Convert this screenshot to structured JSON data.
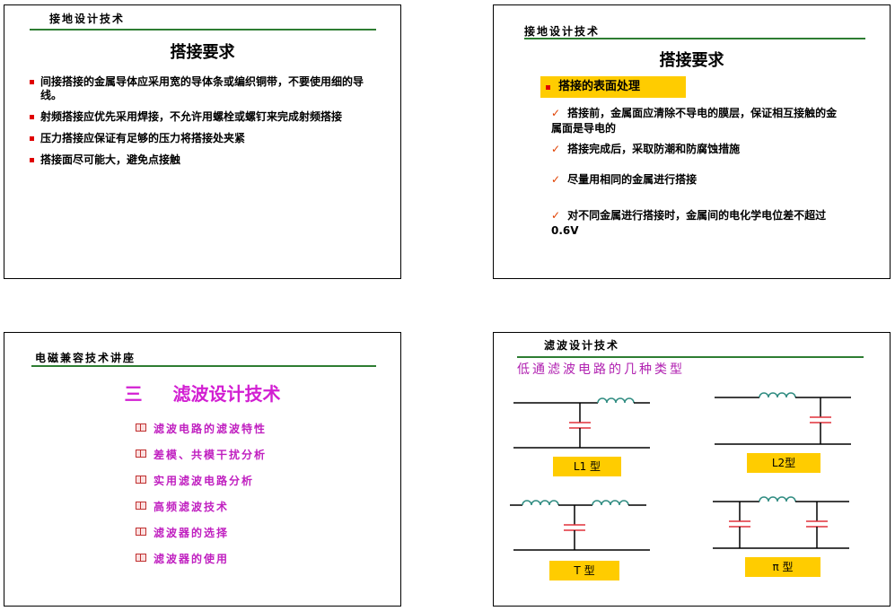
{
  "slide1": {
    "header": "接地设计技术",
    "title": "搭接要求",
    "bullets": [
      "间接搭接的金属导体应采用宽的导体条或编织铜带，不要使用细的导线。",
      "射频搭接应优先采用焊接，不允许用螺栓或螺钉来完成射频搭接",
      "压力搭接应保证有足够的压力将搭接处夹紧",
      "搭接面尽可能大，避免点接触"
    ]
  },
  "slide2": {
    "header": "接地设计技术",
    "title": "搭接要求",
    "highlight": "搭接的表面处理",
    "check_mark": "✓",
    "items": [
      "搭接前，金属面应清除不导电的膜层，保证相互接触的金属面是导电的",
      "搭接完成后，采取防潮和防腐蚀措施",
      "尽量用相同的金属进行搭接",
      "对不同金属进行搭接时，金属间的电化学电位差不超过0.6V"
    ]
  },
  "slide3": {
    "header": "电磁兼容技术讲座",
    "title_num": "三",
    "title": "滤波设计技术",
    "menu": [
      "滤波电路的滤波特性",
      "差模、共模干扰分析",
      "实用滤波电路分析",
      "高频滤波技术",
      "滤波器的选择",
      "滤波器的使用"
    ]
  },
  "slide4": {
    "header": "滤波设计技术",
    "subtitle": "低通滤波电路的几种类型",
    "labels": [
      "L1 型",
      "L2型",
      "T 型",
      "π 型"
    ]
  },
  "colors": {
    "rule": "#2e7d32",
    "bullet": "#e00000",
    "highlight": "#ffcc00",
    "magenta": "#d21fd2",
    "inductor": "#2e8b80",
    "capacitor": "#e0303a"
  }
}
